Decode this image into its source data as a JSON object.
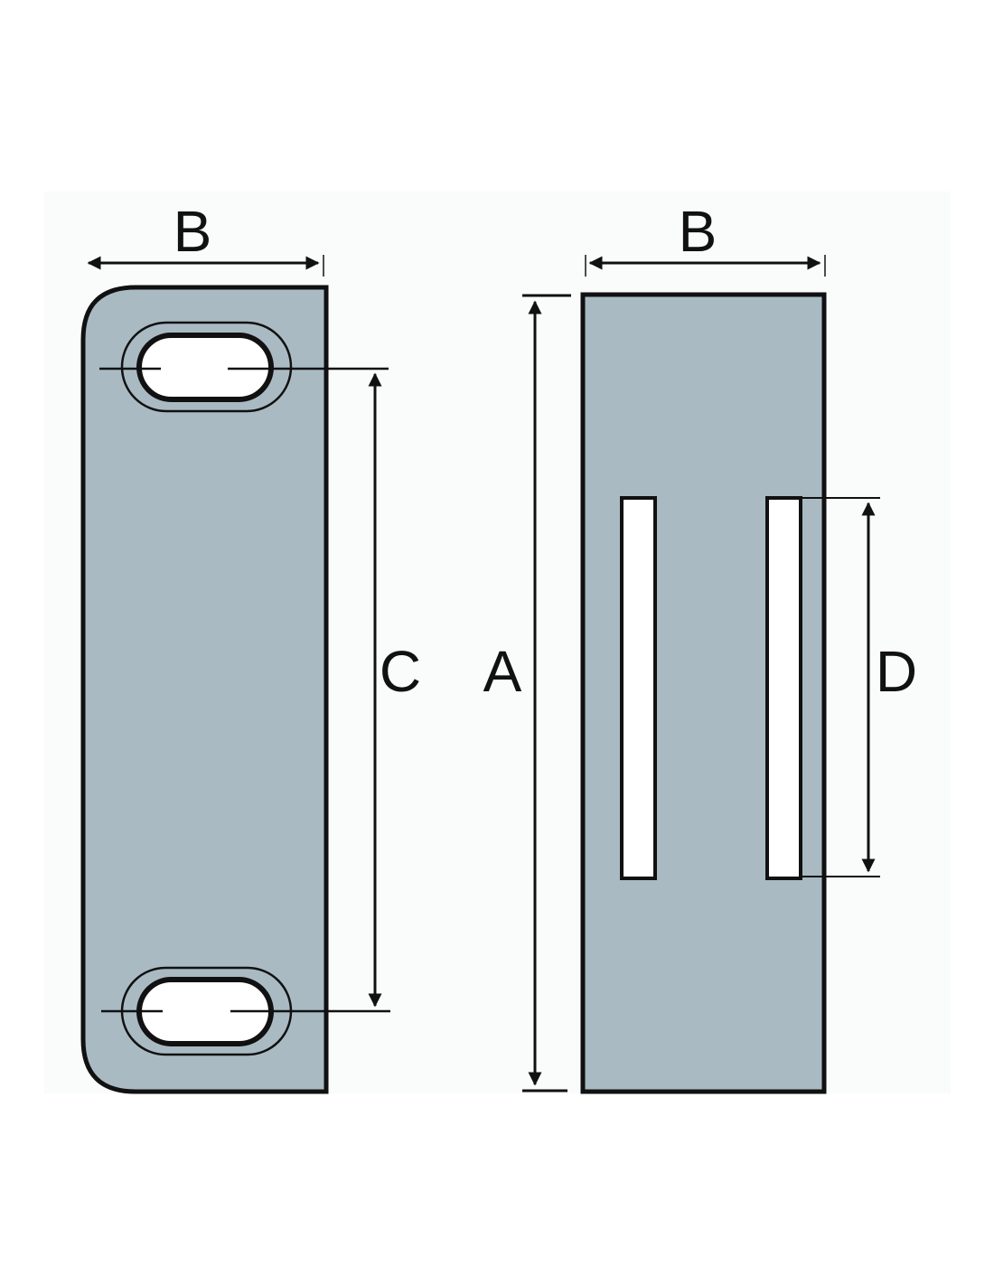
{
  "labels": {
    "width_left": "B",
    "width_right": "B",
    "hole_spacing": "C",
    "length": "A",
    "slot_length": "D"
  },
  "colors": {
    "plate_fill": "#a9bac3",
    "outline": "#111111",
    "panel_bg": "#fafbfb",
    "hole_fill": "#ffffff"
  }
}
